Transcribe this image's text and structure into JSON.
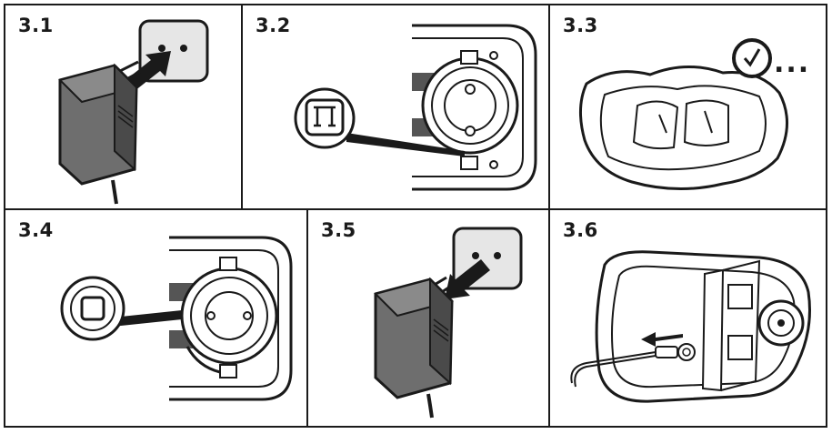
{
  "steps": [
    {
      "label": "3.1",
      "icon": "power-adapter-into-outlet"
    },
    {
      "label": "3.2",
      "icon": "pump-symbol-callout"
    },
    {
      "label": "3.3",
      "icon": "deflated-bath-with-timer"
    },
    {
      "label": "3.4",
      "icon": "square-button-callout"
    },
    {
      "label": "3.5",
      "icon": "power-adapter-out-of-outlet"
    },
    {
      "label": "3.6",
      "icon": "cable-unplug-from-base"
    }
  ],
  "timer_text": "...",
  "colors": {
    "line": "#1a1a1a",
    "adapter": "#6e6e6e",
    "adapter_dark": "#4a4a4a",
    "outlet": "#e6e6e6"
  }
}
